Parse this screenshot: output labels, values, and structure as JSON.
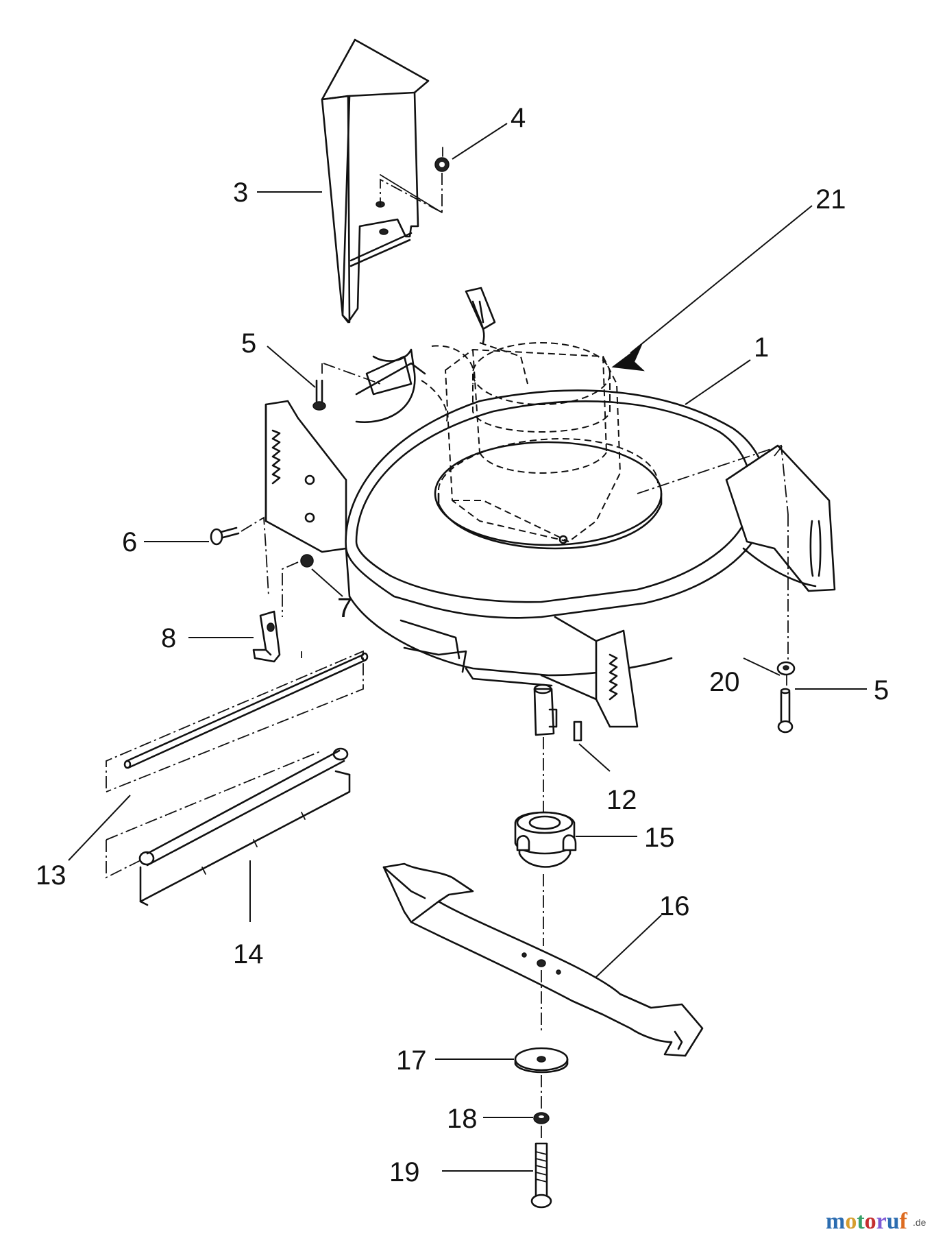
{
  "callouts": [
    {
      "id": "3",
      "text": "3"
    },
    {
      "id": "4",
      "text": "4"
    },
    {
      "id": "21",
      "text": "21"
    },
    {
      "id": "5a",
      "text": "5"
    },
    {
      "id": "1",
      "text": "1"
    },
    {
      "id": "6",
      "text": "6"
    },
    {
      "id": "7",
      "text": "7"
    },
    {
      "id": "8",
      "text": "8"
    },
    {
      "id": "20",
      "text": "20"
    },
    {
      "id": "5b",
      "text": "5"
    },
    {
      "id": "12",
      "text": "12"
    },
    {
      "id": "15",
      "text": "15"
    },
    {
      "id": "13",
      "text": "13"
    },
    {
      "id": "14",
      "text": "14"
    },
    {
      "id": "16",
      "text": "16"
    },
    {
      "id": "17",
      "text": "17"
    },
    {
      "id": "18",
      "text": "18"
    },
    {
      "id": "19",
      "text": "19"
    }
  ],
  "watermark": {
    "letters": [
      "m",
      "o",
      "t",
      "o",
      "r",
      "u",
      "f"
    ],
    "letter_colors": [
      "#2b6cb0",
      "#d69e2e",
      "#38a169",
      "#c53030",
      "#805ad5",
      "#2b6cb0",
      "#dd6b20"
    ],
    "suffix": ".de"
  }
}
